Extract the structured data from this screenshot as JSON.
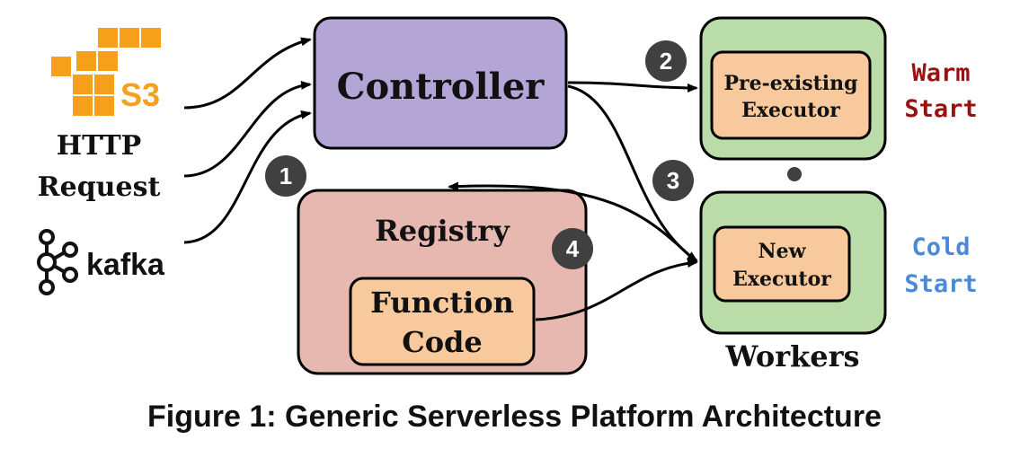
{
  "sources": {
    "s3_logo_text": "S3",
    "http_label_line1": "HTTP",
    "http_label_line2": "Request",
    "kafka_text": "kafka"
  },
  "controller": {
    "label": "Controller"
  },
  "registry": {
    "label": "Registry",
    "function_code_line1": "Function",
    "function_code_line2": "Code"
  },
  "workers": {
    "label": "Workers",
    "warm_executor_line1": "Pre-existing",
    "warm_executor_line2": "Executor",
    "cold_executor_line1": "New",
    "cold_executor_line2": "Executor"
  },
  "start_labels": {
    "warm_line1": "Warm",
    "warm_line2": "Start",
    "cold_line1": "Cold",
    "cold_line2": "Start"
  },
  "steps": [
    "1",
    "2",
    "3",
    "4"
  ],
  "colors": {
    "controller_fill": "#b3a5d6",
    "registry_fill": "#e6b8b0",
    "worker_fill": "#b9dca8",
    "executor_fill": "#f7c99c",
    "warm_text": "#9b1010",
    "cold_text": "#4a8ad8",
    "badge_fill": "#404040",
    "s3_orange": "#f7a01c"
  },
  "caption": "Figure 1: Generic Serverless Platform Architecture"
}
